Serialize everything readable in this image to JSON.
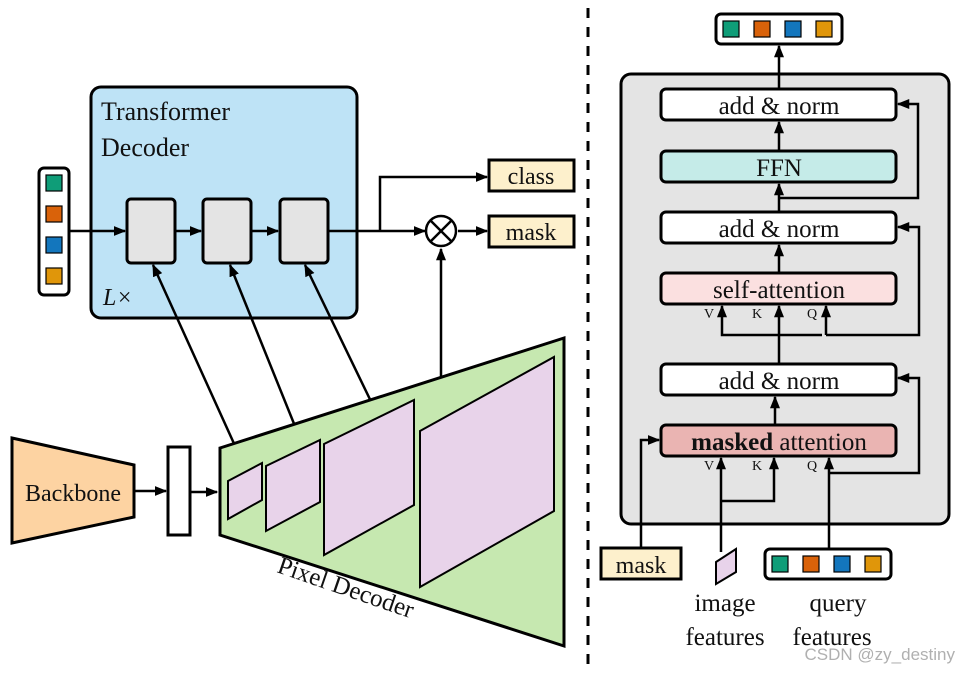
{
  "colors": {
    "transformer_bg": "#bee3f6",
    "block_gray": "#e4e4e4",
    "panel_gray": "#e4e4e4",
    "output_box": "#fdf0cc",
    "backbone": "#fdd3a2",
    "pixel_decoder": "#c6e8b0",
    "feature_map": "#e8d3ea",
    "ffn": "#c5ebe8",
    "self_attention": "#fbe0e0",
    "masked_attention": "#eab4b2",
    "query_colors": [
      "#0f9d78",
      "#d9620a",
      "#1376bd",
      "#e0960a"
    ]
  },
  "left": {
    "transformer_title_line1": "Transformer",
    "transformer_title_line2": "Decoder",
    "repeat_label": "L×",
    "class_label": "class",
    "mask_label": "mask",
    "backbone_label": "Backbone",
    "pixel_decoder_label": "Pixel Decoder",
    "multiply_symbol": "⊗"
  },
  "right": {
    "blocks": [
      {
        "id": "add-norm-3",
        "label": "add & norm"
      },
      {
        "id": "ffn",
        "label": "FFN"
      },
      {
        "id": "add-norm-2",
        "label": "add & norm"
      },
      {
        "id": "self-attention",
        "label": "self-attention"
      },
      {
        "id": "add-norm-1",
        "label": "add & norm"
      }
    ],
    "masked_attention_bold": "masked",
    "masked_attention_rest": " attention",
    "vkq": [
      "V",
      "K",
      "Q"
    ],
    "mask_input_label": "mask",
    "image_features_line1": "image",
    "image_features_line2": "features",
    "query_features_line1": "query",
    "query_features_line2": "features"
  },
  "watermark": "CSDN @zy_destiny"
}
